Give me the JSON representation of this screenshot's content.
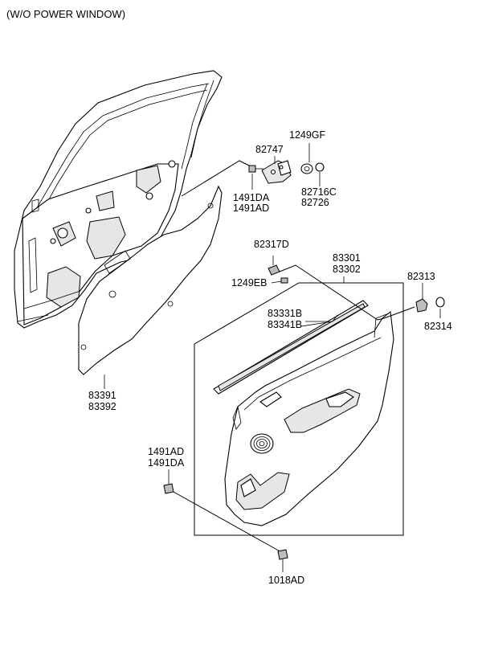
{
  "header": {
    "title": "(W/O POWER WINDOW)"
  },
  "parts": {
    "p82747": "82747",
    "p1249GF": "1249GF",
    "p1491DA_a": "1491DA",
    "p1491AD_a": "1491AD",
    "p82716C": "82716C",
    "p82726": "82726",
    "p82317D": "82317D",
    "p83301": "83301",
    "p83302": "83302",
    "p1249EB": "1249EB",
    "p82313": "82313",
    "p82314": "82314",
    "p83331B": "83331B",
    "p83341B": "83341B",
    "p83391": "83391",
    "p83392": "83392",
    "p1491AD_b": "1491AD",
    "p1491DA_b": "1491DA",
    "p1018AD": "1018AD"
  }
}
